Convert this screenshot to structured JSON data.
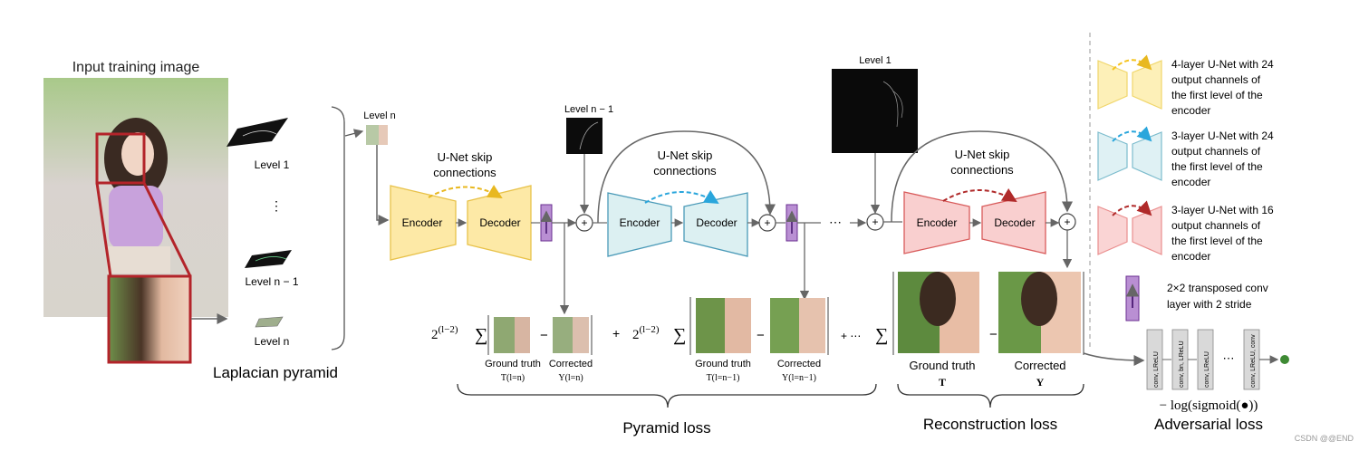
{
  "input": {
    "title": "Input training image",
    "pyramid_levels": [
      "Level 1",
      "⋮",
      "Level n − 1",
      "Level n"
    ],
    "pyramid_caption": "Laplacian pyramid",
    "level_n_tag": "Level n"
  },
  "network": {
    "encoder": "Encoder",
    "decoder": "Decoder",
    "skip_label_line1": "U-Net skip",
    "skip_label_line2": "connections",
    "level_n_minus_1": "Level n − 1",
    "level_1": "Level 1",
    "ellipsis": "⋯",
    "plus": "+"
  },
  "losses": {
    "coef": "2",
    "coef_exp": "(l−2)",
    "sum": "∑",
    "minus": "−",
    "plus": "+",
    "plus_dots": "+ ⋯",
    "gt_label": "Ground truth",
    "corrected_label": "Corrected",
    "T_ln": "T(l=n)",
    "Y_ln": "Y(l=n)",
    "T_ln1": "T(l=n−1)",
    "Y_ln1": "Y(l=n−1)",
    "T": "T",
    "Y": "Y",
    "pyramid_loss": "Pyramid loss",
    "reconstruction_loss": "Reconstruction loss"
  },
  "adversarial": {
    "layers": [
      "conv, LReLU",
      "conv, bn, LReLU",
      "conv, LReLU",
      "conv, LReLU, conv"
    ],
    "dots": "⋯",
    "formula": "− log(sigmoid(●))",
    "caption": "Adversarial loss"
  },
  "legend": {
    "items": [
      {
        "text": [
          "4-layer U-Net with 24",
          "output channels of",
          "the first level of the",
          "encoder"
        ],
        "color": "#f5d84a",
        "fill": "#fdf0b8"
      },
      {
        "text": [
          "3-layer U-Net with 24",
          "output channels of",
          "the first level of the",
          "encoder"
        ],
        "color": "#2aa6dc",
        "fill": "#dff1f4"
      },
      {
        "text": [
          "3-layer U-Net with 16",
          "output channels of",
          "the first level of the",
          "encoder"
        ],
        "color": "#b02a2a",
        "fill": "#fad4d4"
      },
      {
        "text": [
          "2×2 transposed conv",
          "layer with 2 stride"
        ],
        "color": "#7b3fa0",
        "fill": "#b98fd3"
      }
    ]
  },
  "watermark": "CSDN @@END",
  "colors": {
    "yellow_fill": "#fde9a6",
    "yellow_stroke": "#e8c24a",
    "teal_fill": "#dcf0f2",
    "teal_stroke": "#4a9ab8",
    "red_fill": "#f9cfcf",
    "red_stroke": "#d85a5a",
    "purple": "#b98fd3",
    "purple_dark": "#6a2f92",
    "crop_red": "#b3242a",
    "line": "#666666"
  }
}
